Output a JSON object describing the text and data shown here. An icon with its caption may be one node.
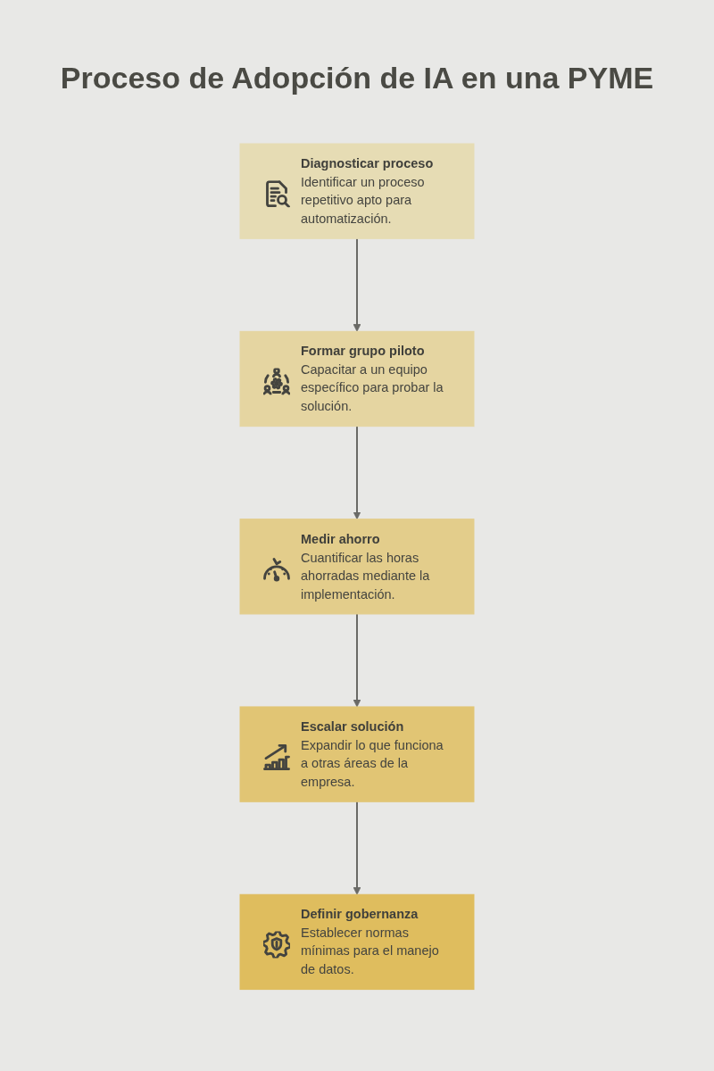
{
  "diagram": {
    "title": "Proceso de Adopción de IA en una PYME",
    "nodes": [
      {
        "text": [
          "Diagnosticar proceso",
          "Identificar un proceso repetitivo apto para automatización."
        ]
      },
      {
        "text": [
          "Formar grupo piloto",
          "Capacitar a un equipo específico para probar la solución."
        ]
      },
      {
        "text": [
          "Medir ahorro",
          "Cuantificar las horas ahorradas mediante la implementación."
        ]
      },
      {
        "text": [
          "Escalar solución",
          "Expandir lo que funciona a otras áreas de la empresa."
        ]
      },
      {
        "text": [
          "Definir gobernanza",
          "Establecer normas mínimas para el manejo de datos."
        ]
      }
    ],
    "edges": [
      {
        "from": 0,
        "to": 1,
        "arrow": "to"
      },
      {
        "from": 1,
        "to": 2,
        "arrow": "to"
      },
      {
        "from": 2,
        "to": 3,
        "arrow": "to"
      },
      {
        "from": 3,
        "to": 4,
        "arrow": "to"
      }
    ]
  }
}
